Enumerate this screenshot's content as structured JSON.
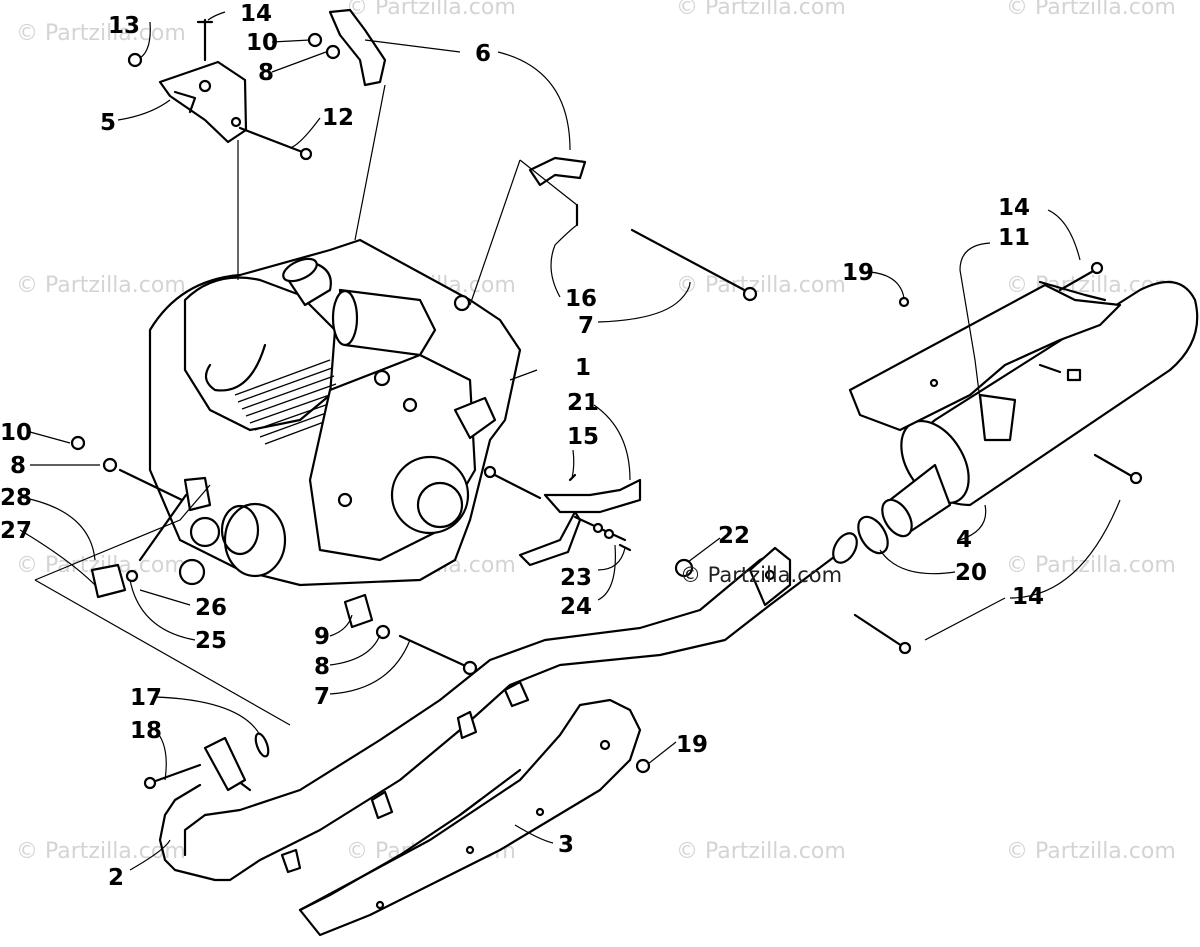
{
  "watermark": {
    "text": "© Partzilla.com",
    "center_text": "© Partzilla.com"
  },
  "callouts": {
    "c1": "1",
    "c2": "2",
    "c3": "3",
    "c4": "4",
    "c5": "5",
    "c6": "6",
    "c7a": "7",
    "c7b": "7",
    "c8a": "8",
    "c8b": "8",
    "c8c": "8",
    "c9": "9",
    "c10a": "10",
    "c10b": "10",
    "c11": "11",
    "c12": "12",
    "c13": "13",
    "c14a": "14",
    "c14b": "14",
    "c14c": "14",
    "c15": "15",
    "c16": "16",
    "c17": "17",
    "c18": "18",
    "c19a": "19",
    "c19b": "19",
    "c20": "20",
    "c21": "21",
    "c22": "22",
    "c23": "23",
    "c24": "24",
    "c25": "25",
    "c26": "26",
    "c27": "27",
    "c28": "28"
  }
}
